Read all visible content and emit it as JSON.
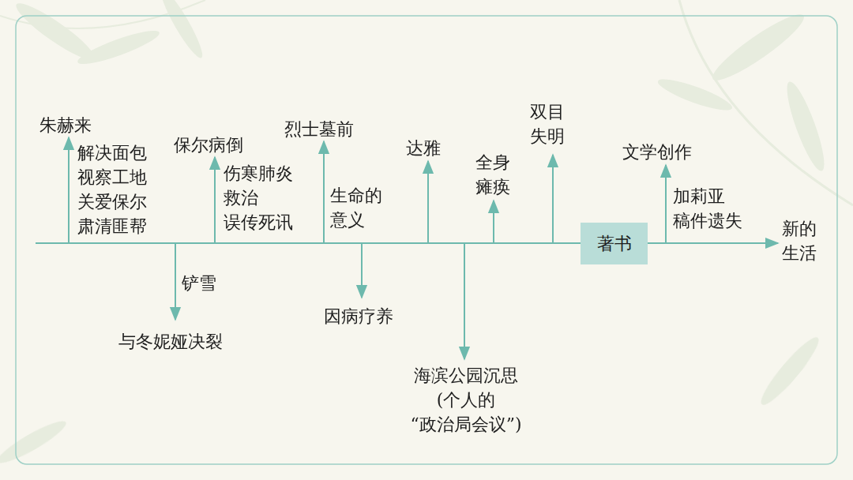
{
  "diagram": {
    "nodes": [
      {
        "text": [
          "著书"
        ]
      }
    ],
    "labels": [
      "朱赫来",
      "解决面包 视察工地 关爱保尔 肃清匪帮",
      "保尔病倒",
      "伤寒肺炎 救治 误传死讯",
      "烈士墓前",
      "生命的 意义",
      "达雅",
      "全身 瘫痪",
      "双目 失明",
      "文学创作",
      "加莉亚 稿件遗失",
      "新的 生活",
      "铲雪",
      "与冬妮娅决裂",
      "因病疗养",
      "海滨公园沉思 (个人的“政治局会议”)"
    ]
  }
}
